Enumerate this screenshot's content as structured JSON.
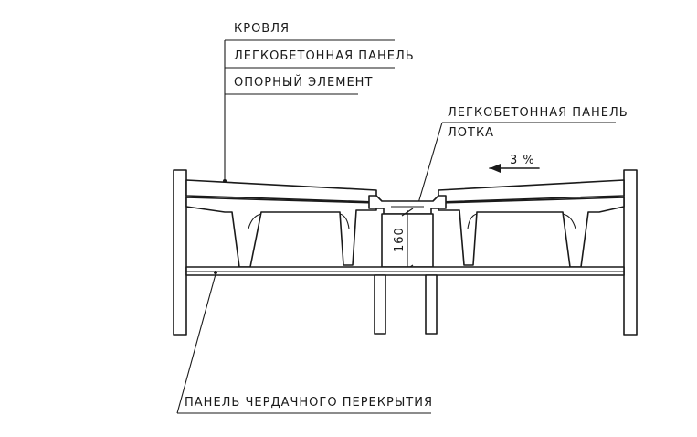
{
  "labels": {
    "roof": "КРОВЛЯ",
    "lightweight_panel": "ЛЕГКОБЕТОННАЯ ПАНЕЛЬ",
    "support_element": "ОПОРНЫЙ ЭЛЕМЕНТ",
    "gutter_panel_line1": "ЛЕГКОБЕТОННАЯ ПАНЕЛЬ",
    "gutter_panel_line2": "ЛОТКА",
    "slope": "3 %",
    "dimension": "160",
    "attic_floor_panel": "ПАНЕЛЬ ЧЕРДАЧНОГО ПЕРЕКРЫТИЯ"
  },
  "colors": {
    "ink": "#1a1a1a",
    "paper": "#ffffff"
  }
}
